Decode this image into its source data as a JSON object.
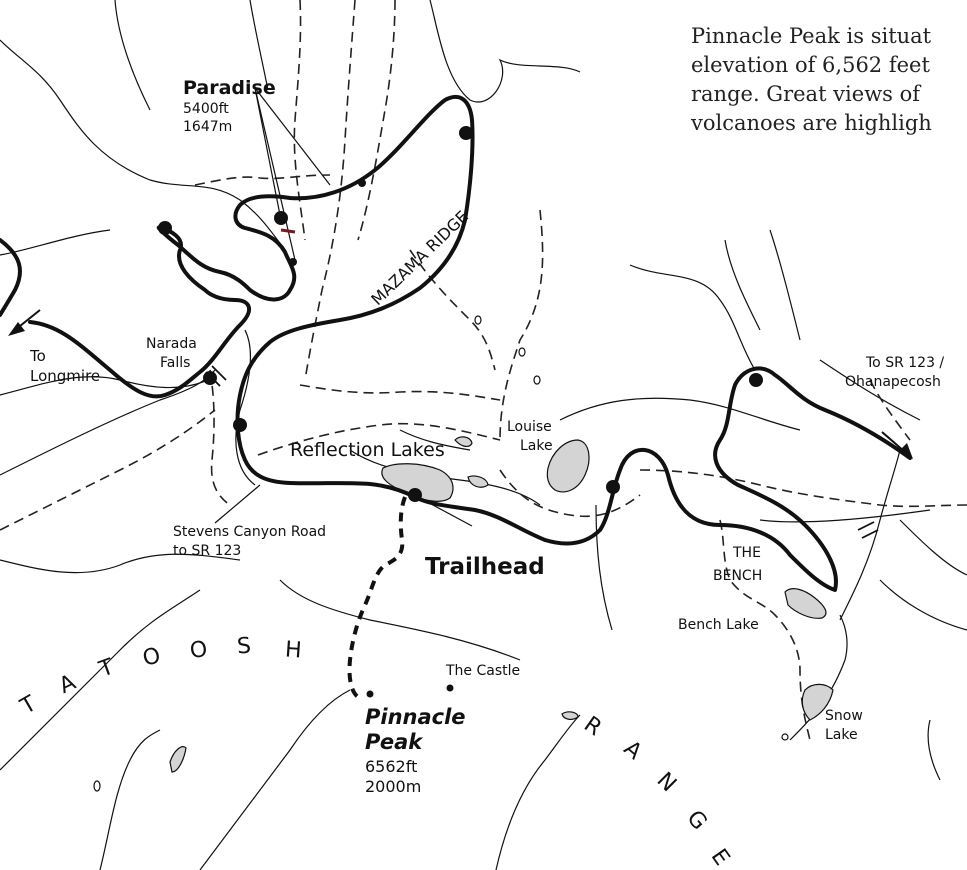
{
  "intro": {
    "lines": [
      "Pinnacle Peak is situat",
      "elevation of 6,562 feet",
      "range. Great views of",
      "volcanoes are highligh"
    ]
  },
  "places": {
    "paradise": {
      "name": "Paradise",
      "elev_ft": "5400ft",
      "elev_m": "1647m"
    },
    "narada_falls": {
      "line1": "Narada",
      "line2": "Falls"
    },
    "to_longmire": {
      "line1": "To",
      "line2": "Longmire"
    },
    "to_sr123": {
      "line1": "To SR 123 /",
      "line2": "Ohanapecosh"
    },
    "mazama_ridge": "MAZAMA RIDGE",
    "reflection_lakes": "Reflection Lakes",
    "louise_lake": {
      "line1": "Louise",
      "line2": "Lake"
    },
    "stevens_canyon": {
      "line1": "Stevens Canyon Road",
      "line2": "to SR 123"
    },
    "trailhead": "Trailhead",
    "the_bench": {
      "line1": "THE",
      "line2": "BENCH"
    },
    "bench_lake": "Bench Lake",
    "the_castle": "The Castle",
    "pinnacle_peak": {
      "line1": "Pinnacle",
      "line2": "Peak",
      "elev_ft": "6562ft",
      "elev_m": "2000m"
    },
    "snow_lake": {
      "line1": "Snow",
      "line2": "Lake"
    }
  },
  "ranges": {
    "tatoosh": [
      "T",
      "A",
      "T",
      "O",
      "O",
      "S",
      "H"
    ],
    "range": [
      "R",
      "A",
      "N",
      "G",
      "E"
    ]
  },
  "colors": {
    "road": "#111111",
    "trail": "#222222",
    "lake_fill": "#d4d4d4",
    "access_trail": "#7a1a1a"
  }
}
